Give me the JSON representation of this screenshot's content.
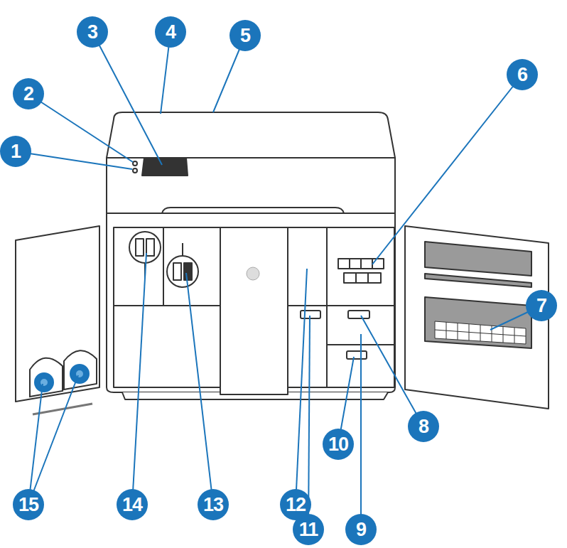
{
  "diagram": {
    "labels": [
      "1",
      "2",
      "3",
      "4",
      "5",
      "6",
      "7",
      "8",
      "9",
      "10",
      "11",
      "12",
      "13",
      "14",
      "15"
    ]
  }
}
